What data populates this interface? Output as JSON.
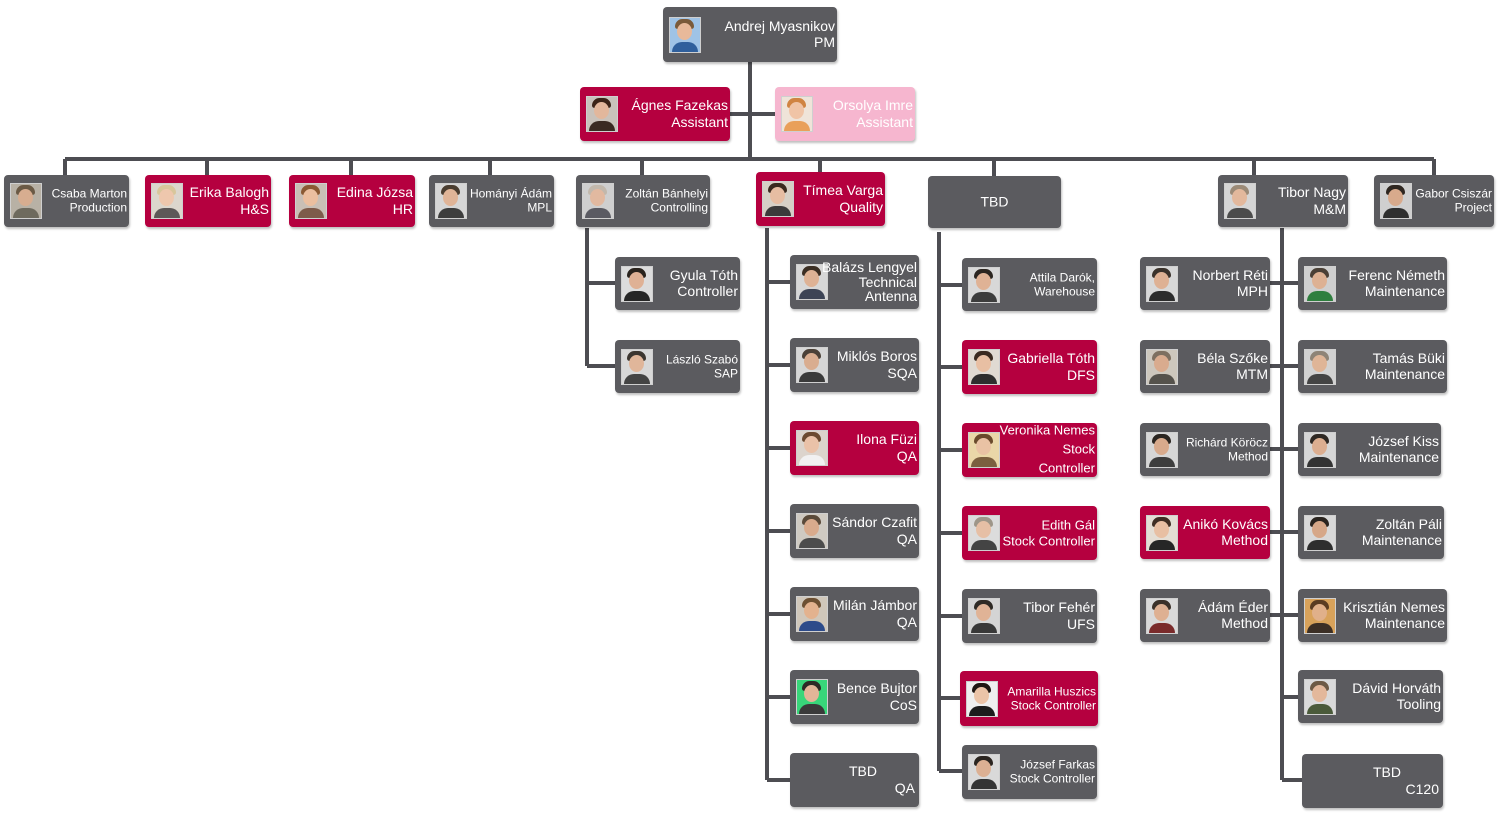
{
  "colors": {
    "gray": "#5b5b5f",
    "red": "#b5003f",
    "pink": "#f6b6cf",
    "connector": "#4d4d52"
  },
  "people": {
    "pm": {
      "name": "Andrej Myasnikov",
      "role": "PM"
    },
    "asst1": {
      "name": "Ágnes Fazekas",
      "role": "Assistant"
    },
    "asst2": {
      "name": "Orsolya Imre",
      "role": "Assistant"
    },
    "csaba": {
      "name": "Csaba Marton",
      "role": "Production"
    },
    "erika": {
      "name": "Erika Balogh",
      "role": "H&S"
    },
    "edina": {
      "name": "Edina Józsa",
      "role": "HR"
    },
    "homanyi": {
      "name": "Hományi Ádám",
      "role": "MPL"
    },
    "banhelyi": {
      "name": "Zoltán Bánhelyi",
      "role": "Controlling"
    },
    "timea": {
      "name": "Tímea Varga",
      "role": "Quality"
    },
    "tbd_top": {
      "name": "TBD",
      "role": ""
    },
    "tibor_n": {
      "name": "Tibor Nagy",
      "role": "M&M"
    },
    "gabor": {
      "name": "Gabor Csiszár",
      "role": "Project"
    },
    "gyula": {
      "name": "Gyula Tóth",
      "role": "Controller"
    },
    "laszlo": {
      "name": "László Szabó",
      "role": "SAP"
    },
    "balazs": {
      "name": "Balázs Lengyel",
      "role": "Technical",
      "role2": "Antenna"
    },
    "miklos": {
      "name": "Miklós Boros",
      "role": "SQA"
    },
    "ilona": {
      "name": "Ilona Füzi",
      "role": "QA"
    },
    "sandor": {
      "name": "Sándor Czafit",
      "role": "QA"
    },
    "milan": {
      "name": "Milán Jámbor",
      "role": "QA"
    },
    "bence": {
      "name": "Bence Bujtor",
      "role": "CoS"
    },
    "tbd_qa": {
      "name": "TBD",
      "role": "QA"
    },
    "attila": {
      "name": "Attila Darók,",
      "role": "Warehouse"
    },
    "gabriella": {
      "name": "Gabriella Tóth",
      "role": "DFS"
    },
    "veronika": {
      "name": "Veronika Nemes",
      "role": "Stock",
      "role2": "Controller"
    },
    "edith": {
      "name": "Edith Gál",
      "role": "Stock Controller"
    },
    "tibor_f": {
      "name": "Tibor Fehér",
      "role": "UFS"
    },
    "amarilla": {
      "name": "Amarilla Huszics",
      "role": "Stock Controller"
    },
    "jozsef_f": {
      "name": "József Farkas",
      "role": "Stock Controller"
    },
    "norbert": {
      "name": "Norbert Réti",
      "role": "MPH"
    },
    "bela": {
      "name": "Béla Szőke",
      "role": "MTM"
    },
    "richard": {
      "name": "Richárd Köröcz",
      "role": "Method"
    },
    "aniko": {
      "name": "Anikó Kovács",
      "role": "Method"
    },
    "adam": {
      "name": "Ádám Éder",
      "role": "Method"
    },
    "ferenc": {
      "name": "Ferenc Németh",
      "role": "Maintenance"
    },
    "tamas": {
      "name": "Tamás Büki",
      "role": "Maintenance"
    },
    "jozsef_k": {
      "name": "József Kiss",
      "role": "Maintenance"
    },
    "zoltan_p": {
      "name": "Zoltán Páli",
      "role": "Maintenance"
    },
    "krisztian": {
      "name": "Krisztián Nemes",
      "role": "Maintenance"
    },
    "david": {
      "name": "Dávid Horváth",
      "role": "Tooling"
    },
    "tbd_c120": {
      "name": "TBD",
      "role": "C120"
    }
  }
}
